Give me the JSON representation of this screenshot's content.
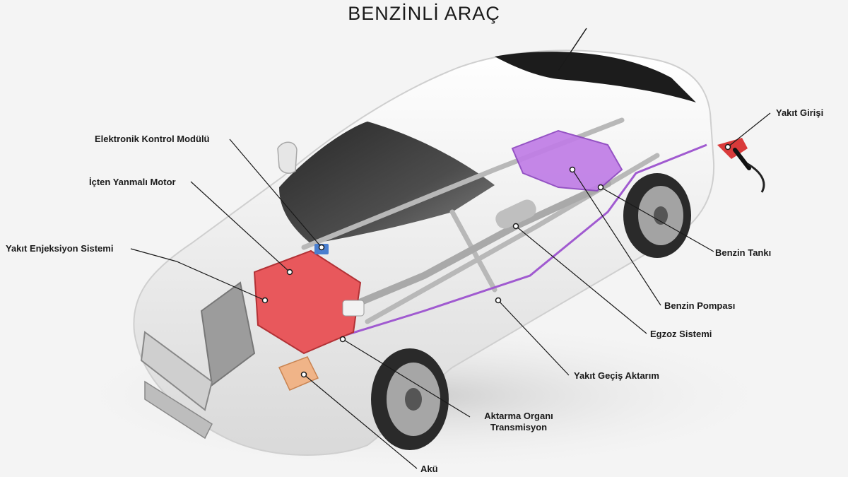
{
  "title": "BENZİNLİ ARAÇ",
  "labels": {
    "ecu": "Elektronik Kontrol Modülü",
    "engine": "İçten Yanmalı Motor",
    "injection": "Yakıt Enjeksiyon Sistemi",
    "fuel_inlet": "Yakıt Girişi",
    "fuel_tank": "Benzin Tankı",
    "fuel_pump": "Benzin Pompası",
    "exhaust": "Egzoz Sistemi",
    "fuel_line": "Yakıt Geçiş Aktarım",
    "transmission_1": "Aktarma Organı",
    "transmission_2": "Transmisyon",
    "battery": "Akü"
  },
  "colors": {
    "engine": "#e8585c",
    "tank": "#b06ad8",
    "battery": "#f0b488",
    "ecu": "#4a7fd0",
    "nozzle": "#d93a3a",
    "body": "#ffffff",
    "glass": "#2a2a2a",
    "leader": "#1a1a1a"
  }
}
